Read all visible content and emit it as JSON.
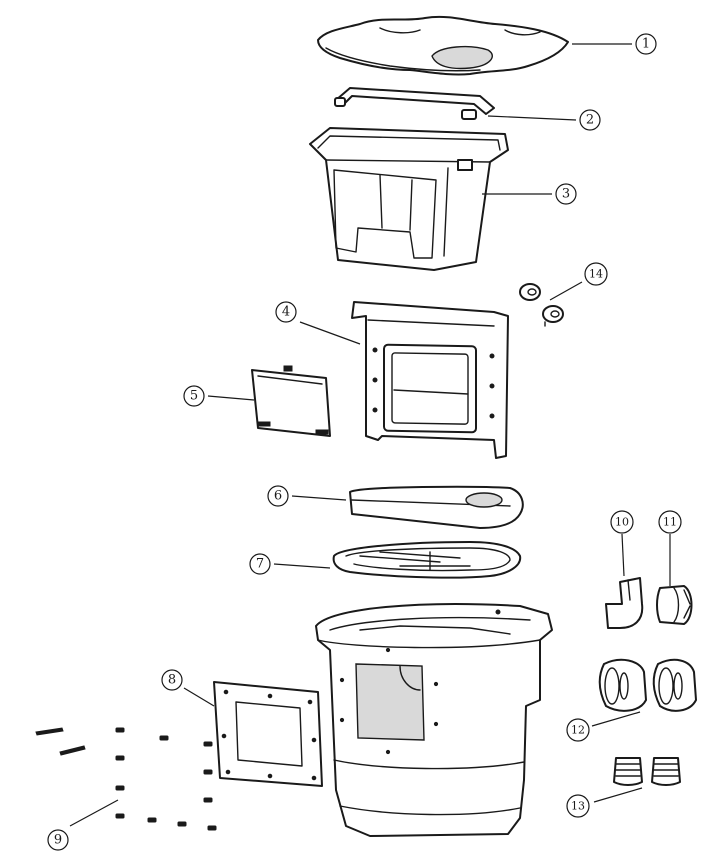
{
  "callouts": [
    {
      "id": "1",
      "label": "1"
    },
    {
      "id": "2",
      "label": "2"
    },
    {
      "id": "3",
      "label": "3"
    },
    {
      "id": "4",
      "label": "4"
    },
    {
      "id": "5",
      "label": "5"
    },
    {
      "id": "6",
      "label": "6"
    },
    {
      "id": "7",
      "label": "7"
    },
    {
      "id": "8",
      "label": "8"
    },
    {
      "id": "9",
      "label": "9"
    },
    {
      "id": "10",
      "label": "10"
    },
    {
      "id": "11",
      "label": "11"
    },
    {
      "id": "12",
      "label": "12"
    },
    {
      "id": "13",
      "label": "13"
    },
    {
      "id": "14",
      "label": "14"
    }
  ],
  "colors": {
    "line": "#1a1a1a",
    "background": "#ffffff"
  }
}
